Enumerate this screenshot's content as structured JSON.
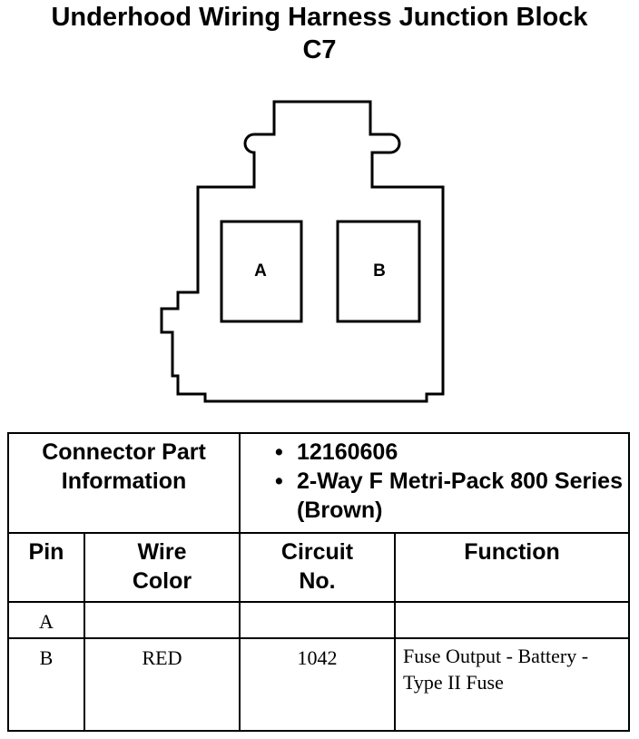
{
  "title": {
    "line1": "Underhood Wiring Harness Junction Block",
    "line2": "C7"
  },
  "connector_diagram": {
    "cavities": [
      "A",
      "B"
    ]
  },
  "part_info": {
    "label": "Connector Part Information",
    "items": [
      "12160606",
      "2-Way F Metri-Pack 800 Series (Brown)"
    ]
  },
  "table": {
    "headers": {
      "pin": "Pin",
      "wire_color": "Wire Color",
      "circuit": "Circuit No.",
      "function": "Function"
    },
    "rows": [
      {
        "pin": "A",
        "wire_color": "",
        "circuit": "",
        "function": ""
      },
      {
        "pin": "B",
        "wire_color": "RED",
        "circuit": "1042",
        "function": "Fuse Output - Battery - Type II Fuse"
      }
    ]
  }
}
